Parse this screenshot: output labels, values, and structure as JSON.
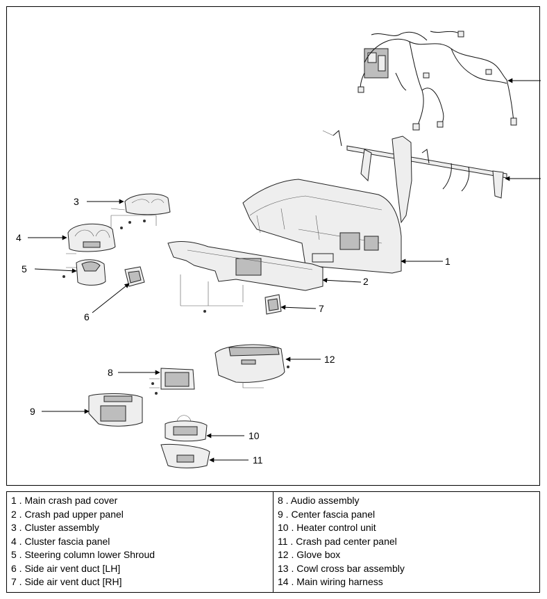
{
  "callouts": [
    "1",
    "2",
    "3",
    "4",
    "5",
    "6",
    "7",
    "8",
    "9",
    "10",
    "11",
    "12"
  ],
  "legend": {
    "left": [
      {
        "num": "1",
        "text": "Main crash pad cover"
      },
      {
        "num": "2",
        "text": "Crash pad upper panel"
      },
      {
        "num": "3",
        "text": "Cluster assembly"
      },
      {
        "num": "4",
        "text": "Cluster fascia panel"
      },
      {
        "num": "5",
        "text": "Steering column lower Shroud"
      },
      {
        "num": "6",
        "text": "Side air vent duct [LH]"
      },
      {
        "num": "7",
        "text": "Side air vent duct [RH]"
      }
    ],
    "right": [
      {
        "num": "8",
        "text": "Audio assembly"
      },
      {
        "num": "9",
        "text": "Center fascia panel"
      },
      {
        "num": "10",
        "text": "Heater control unit"
      },
      {
        "num": "11",
        "text": "Crash pad center panel"
      },
      {
        "num": "12",
        "text": "Glove box"
      },
      {
        "num": "13",
        "text": "Cowl cross bar assembly"
      },
      {
        "num": "14",
        "text": "Main wiring harness"
      }
    ]
  }
}
